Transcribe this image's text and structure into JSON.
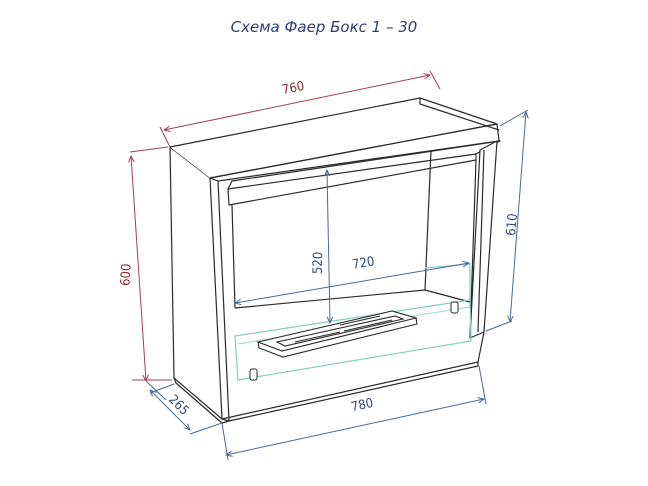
{
  "title": "Схема Фаер Бокс 1 – 30",
  "dimensions": {
    "top_width": "760",
    "outer_height": "600",
    "right_height": "610",
    "inner_height": "520",
    "inner_width": "720",
    "bottom_width": "780",
    "depth": "265"
  },
  "colors": {
    "title": "#2b3f7a",
    "dim_red": "#8a2a35",
    "dim_blue": "#2f4d7a",
    "outline": "#2b2b2b",
    "glass": "#7fcfc0"
  }
}
